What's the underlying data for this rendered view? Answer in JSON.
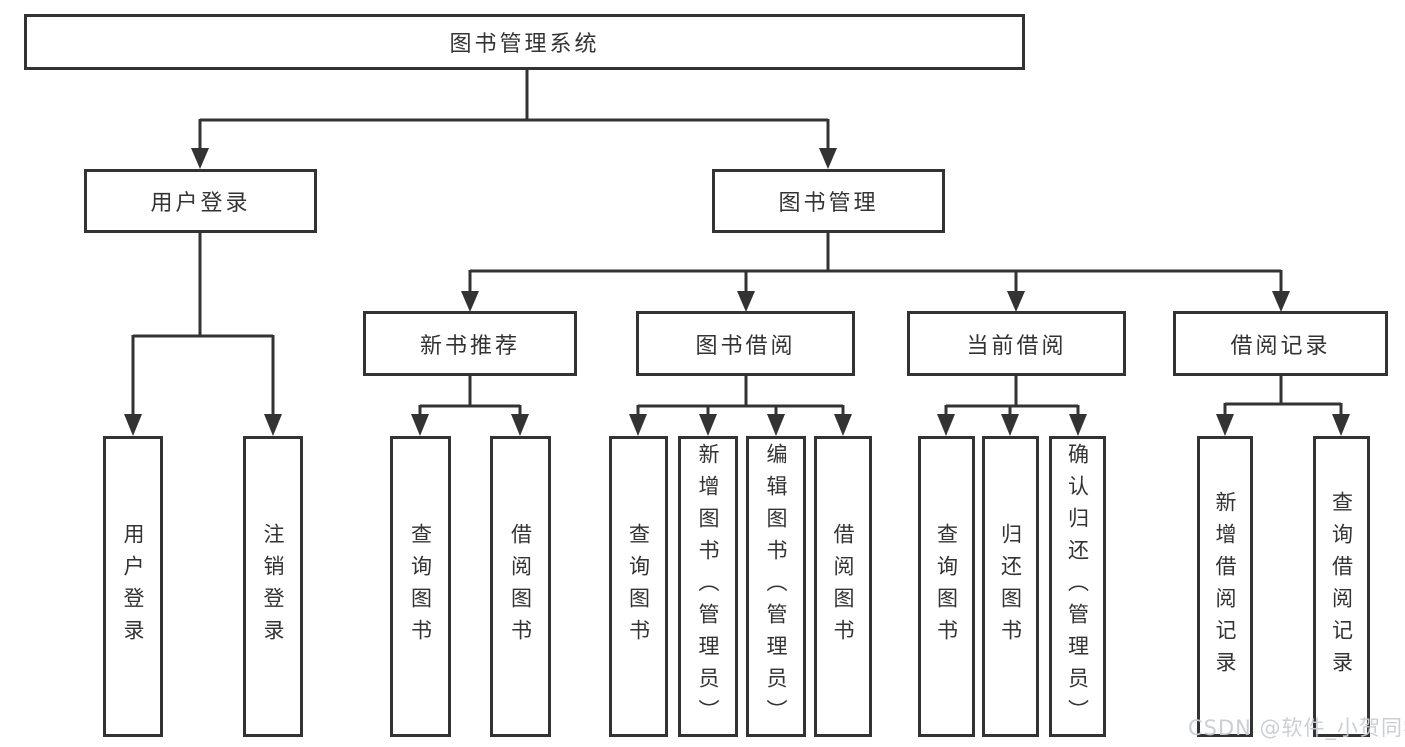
{
  "diagram": {
    "title": "图书管理系统",
    "level2": {
      "user_login": "用户登录",
      "book_mgmt": "图书管理"
    },
    "level3": {
      "new_book_rec": "新书推荐",
      "book_borrow": "图书借阅",
      "current_borrow": "当前借阅",
      "borrow_record": "借阅记录"
    },
    "leaves": {
      "user_login": "用户登录",
      "logout": "注销登录",
      "rec_query_book": "查询图书",
      "rec_borrow_book": "借阅图书",
      "bb_query_book": "查询图书",
      "bb_add_book": "新增图书（管理员）",
      "bb_edit_book": "编辑图书（管理员）",
      "bb_borrow_book": "借阅图书",
      "cb_query_book": "查询图书",
      "cb_return_book": "归还图书",
      "cb_confirm_return": "确认归还（管理员）",
      "br_add_record": "新增借阅记录",
      "br_query_record": "查询借阅记录"
    }
  },
  "watermark": "CSDN @软件_小贺同学",
  "colors": {
    "line": "#333333",
    "box_border": "#333333",
    "text": "#333333",
    "watermark": "#c9cdd2",
    "background": "#ffffff"
  }
}
